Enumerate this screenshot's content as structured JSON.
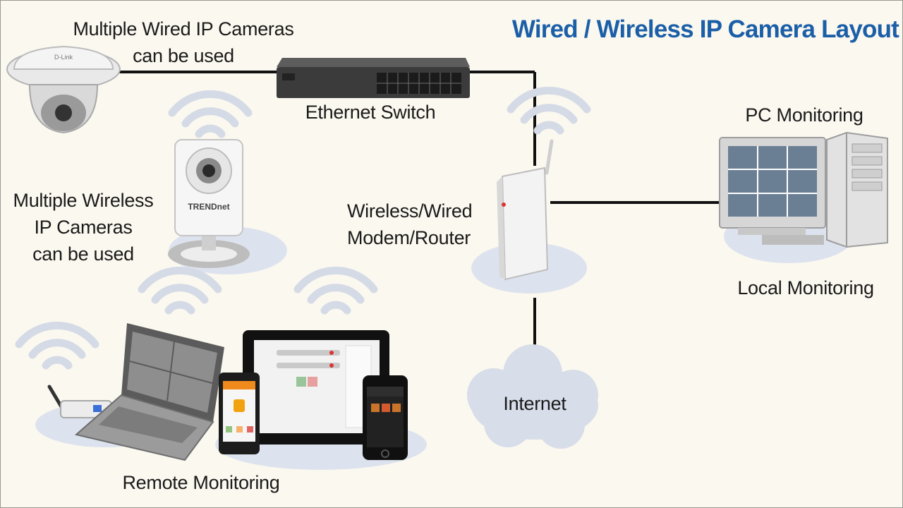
{
  "title": "Wired / Wireless IP Camera Layout",
  "labels": {
    "wired_cameras": [
      "Multiple Wired IP Cameras",
      "can be used"
    ],
    "ethernet_switch": "Ethernet Switch",
    "wireless_cameras": [
      "Multiple Wireless",
      "IP Cameras",
      "can be used"
    ],
    "router": [
      "Wireless/Wired",
      "Modem/Router"
    ],
    "pc_monitoring": "PC Monitoring",
    "local_monitoring": "Local Monitoring",
    "internet": "Internet",
    "remote_monitoring": "Remote Monitoring"
  },
  "device_marks": {
    "dome_camera": "D-Link",
    "wireless_camera": "TRENDnet"
  },
  "colors": {
    "background": "#fbf8ef",
    "title": "#1b5fa8",
    "wifi_arcs": "#d5dbe6",
    "shadow_ellipse": "#dde3ee",
    "cloud": "#d7dde9",
    "connector_line": "#111111"
  }
}
